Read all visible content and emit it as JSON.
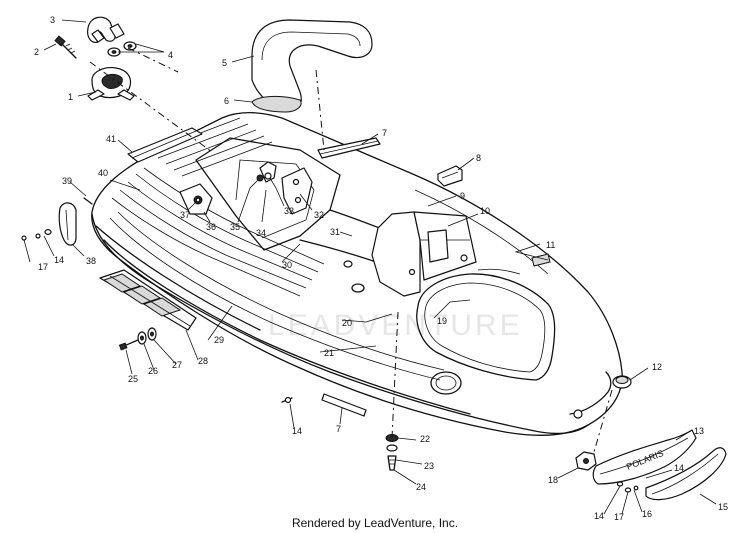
{
  "callouts": [
    {
      "id": "c3",
      "label": "3"
    },
    {
      "id": "c2",
      "label": "2"
    },
    {
      "id": "c4",
      "label": "4"
    },
    {
      "id": "c1",
      "label": "1"
    },
    {
      "id": "c5",
      "label": "5"
    },
    {
      "id": "c6",
      "label": "6"
    },
    {
      "id": "c41",
      "label": "41"
    },
    {
      "id": "c7a",
      "label": "7"
    },
    {
      "id": "c8",
      "label": "8"
    },
    {
      "id": "c9",
      "label": "9"
    },
    {
      "id": "c10",
      "label": "10"
    },
    {
      "id": "c11",
      "label": "11"
    },
    {
      "id": "c39",
      "label": "39"
    },
    {
      "id": "c40",
      "label": "40"
    },
    {
      "id": "c37",
      "label": "37"
    },
    {
      "id": "c36",
      "label": "36"
    },
    {
      "id": "c35",
      "label": "35"
    },
    {
      "id": "c34",
      "label": "34"
    },
    {
      "id": "c33",
      "label": "33"
    },
    {
      "id": "c32",
      "label": "32"
    },
    {
      "id": "c31",
      "label": "31"
    },
    {
      "id": "c17a",
      "label": "17"
    },
    {
      "id": "c14a",
      "label": "14"
    },
    {
      "id": "c38",
      "label": "38"
    },
    {
      "id": "c30",
      "label": "30"
    },
    {
      "id": "c19",
      "label": "19"
    },
    {
      "id": "c20",
      "label": "20"
    },
    {
      "id": "c29",
      "label": "29"
    },
    {
      "id": "c21",
      "label": "21"
    },
    {
      "id": "c28",
      "label": "28"
    },
    {
      "id": "c27",
      "label": "27"
    },
    {
      "id": "c26",
      "label": "26"
    },
    {
      "id": "c25",
      "label": "25"
    },
    {
      "id": "c12",
      "label": "12"
    },
    {
      "id": "c14b",
      "label": "14"
    },
    {
      "id": "c7b",
      "label": "7"
    },
    {
      "id": "c22",
      "label": "22"
    },
    {
      "id": "c23",
      "label": "23"
    },
    {
      "id": "c24",
      "label": "24"
    },
    {
      "id": "c13",
      "label": "13"
    },
    {
      "id": "c14c",
      "label": "14"
    },
    {
      "id": "c18",
      "label": "18"
    },
    {
      "id": "c16",
      "label": "16"
    },
    {
      "id": "c17b",
      "label": "17"
    },
    {
      "id": "c14d",
      "label": "14"
    },
    {
      "id": "c15",
      "label": "15"
    }
  ],
  "watermark": "LEADVENTURE",
  "decal_text": "POLARIS",
  "footer": "Rendered by LeadVenture, Inc."
}
